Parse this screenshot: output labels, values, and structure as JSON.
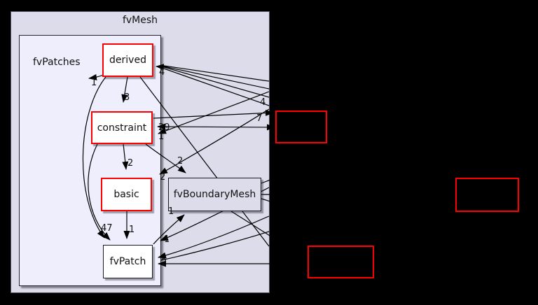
{
  "diagram": {
    "type": "directory-dependency-graph",
    "clusters": {
      "outer": {
        "label": "fvMesh"
      },
      "inner": {
        "label": "fvPatches"
      }
    },
    "nodes": {
      "derived": {
        "label": "derived",
        "border": "red"
      },
      "constraint": {
        "label": "constraint",
        "border": "red"
      },
      "basic": {
        "label": "basic",
        "border": "red"
      },
      "fvPatch": {
        "label": "fvPatch",
        "border": "black"
      },
      "fvBoundaryMesh": {
        "label": "fvBoundaryMesh",
        "border": "black"
      },
      "external1": {
        "label": "",
        "border": "red"
      },
      "external2": {
        "label": "",
        "border": "red"
      },
      "external3": {
        "label": "",
        "border": "red"
      }
    },
    "edge_labels": {
      "e0": {
        "text": "3"
      },
      "e1": {
        "text": "2"
      },
      "e2": {
        "text": "1"
      },
      "e3": {
        "text": "47"
      },
      "e4": {
        "text": "1"
      },
      "e5": {
        "text": "4"
      },
      "e6": {
        "text": "4"
      },
      "e7": {
        "text": "7"
      },
      "e8": {
        "text": "29"
      },
      "e9": {
        "text": "1"
      },
      "e10": {
        "text": "2"
      },
      "e11": {
        "text": "2"
      },
      "e12": {
        "text": "1"
      },
      "e13": {
        "text": "1"
      },
      "e14": {
        "text": "2"
      }
    },
    "colors": {
      "background": "#000000",
      "cluster_outer_fill": "#dcdcea",
      "cluster_inner_fill": "#eeeefc",
      "node_fill": "#ffffff",
      "red_border": "#ff0000",
      "edge": "#000000"
    }
  }
}
